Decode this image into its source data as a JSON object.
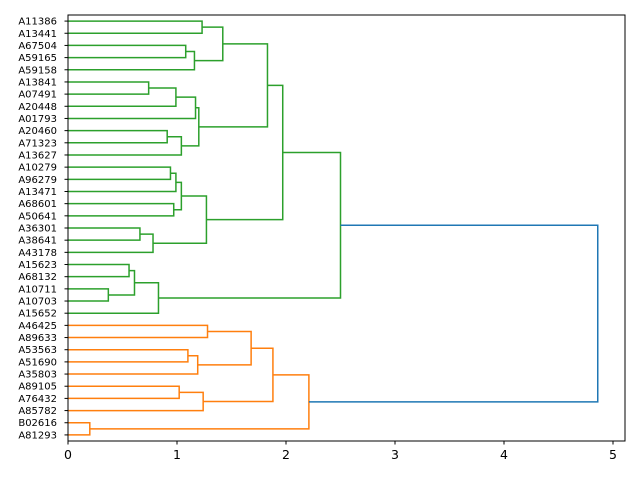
{
  "chart_data": {
    "type": "dendrogram",
    "orientation": "right",
    "title": "",
    "xlabel": "",
    "ylabel": "",
    "xlim": [
      0,
      5.11
    ],
    "xticks": [
      0,
      1,
      2,
      3,
      4,
      5
    ],
    "colors": {
      "cluster_1": "#ff7f0e",
      "cluster_2": "#2ca02c",
      "above_threshold": "#1f77b4"
    },
    "tree": {
      "h": 4.86,
      "color": "above_threshold",
      "c": [
        {
          "h": 2.5,
          "color": "cluster_2",
          "c": [
            {
              "h": 1.97,
              "c": [
                {
                  "h": 1.83,
                  "c": [
                    {
                      "h": 1.42,
                      "c": [
                        {
                          "h": 1.23,
                          "c": [
                            "A11386",
                            "A13441"
                          ]
                        },
                        {
                          "h": 1.16,
                          "c": [
                            {
                              "h": 1.08,
                              "c": [
                                "A67504",
                                "A59165"
                              ]
                            },
                            "A59158"
                          ]
                        }
                      ]
                    },
                    {
                      "h": 1.2,
                      "c": [
                        {
                          "h": 1.17,
                          "c": [
                            {
                              "h": 0.99,
                              "c": [
                                {
                                  "h": 0.74,
                                  "c": [
                                    "A13841",
                                    "A07491"
                                  ]
                                },
                                "A20448"
                              ]
                            },
                            "A01793"
                          ]
                        },
                        {
                          "h": 1.04,
                          "c": [
                            {
                              "h": 0.91,
                              "c": [
                                "A20460",
                                "A71323"
                              ]
                            },
                            "A13627"
                          ]
                        }
                      ]
                    }
                  ]
                },
                {
                  "h": 1.27,
                  "c": [
                    {
                      "h": 1.04,
                      "c": [
                        {
                          "h": 0.99,
                          "c": [
                            {
                              "h": 0.94,
                              "c": [
                                "A10279",
                                "A96279"
                              ]
                            },
                            "A13471"
                          ]
                        },
                        {
                          "h": 0.97,
                          "c": [
                            "A68601",
                            "A50641"
                          ]
                        }
                      ]
                    },
                    {
                      "h": 0.78,
                      "c": [
                        {
                          "h": 0.66,
                          "c": [
                            "A36301",
                            "A38641"
                          ]
                        },
                        "A43178"
                      ]
                    }
                  ]
                }
              ]
            },
            {
              "h": 0.83,
              "c": [
                {
                  "h": 0.61,
                  "c": [
                    {
                      "h": 0.56,
                      "c": [
                        "A15623",
                        "A68132"
                      ]
                    },
                    {
                      "h": 0.37,
                      "c": [
                        "A10711",
                        "A10703"
                      ]
                    }
                  ]
                },
                "A15652"
              ]
            }
          ]
        },
        {
          "h": 2.21,
          "color": "cluster_1",
          "c": [
            {
              "h": 1.88,
              "c": [
                {
                  "h": 1.68,
                  "c": [
                    {
                      "h": 1.28,
                      "c": [
                        "A46425",
                        "A89633"
                      ]
                    },
                    {
                      "h": 1.19,
                      "c": [
                        {
                          "h": 1.1,
                          "c": [
                            "A53563",
                            "A51690"
                          ]
                        },
                        "A35803"
                      ]
                    }
                  ]
                },
                {
                  "h": 1.24,
                  "c": [
                    {
                      "h": 1.02,
                      "c": [
                        "A89105",
                        "A76432"
                      ]
                    },
                    "A85782"
                  ]
                }
              ]
            },
            {
              "h": 0.2,
              "c": [
                "B02616",
                "A81293"
              ]
            }
          ]
        }
      ]
    }
  }
}
